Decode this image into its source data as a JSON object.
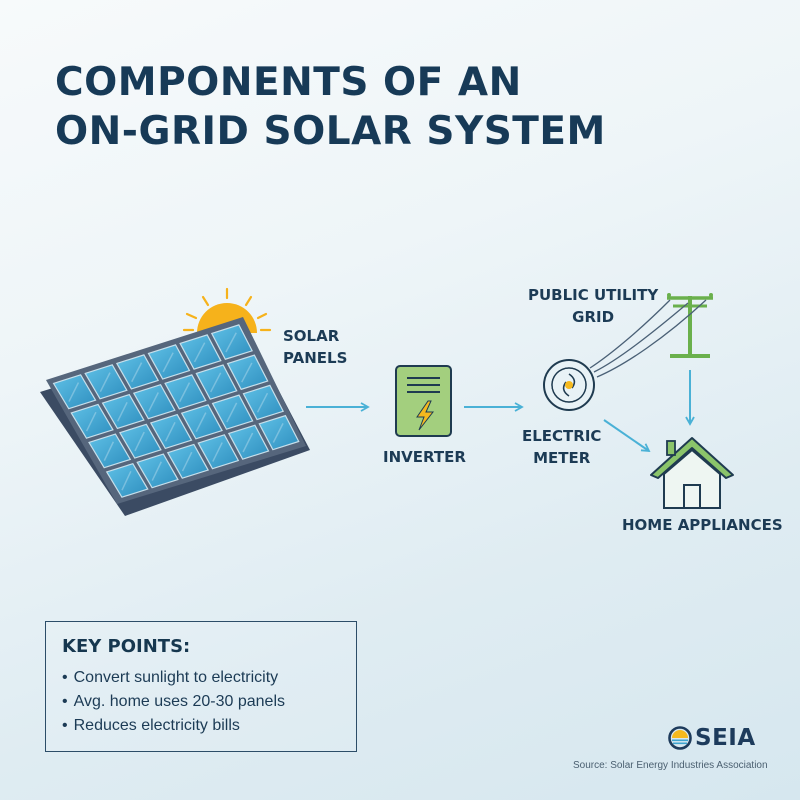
{
  "title": {
    "line1": "COMPONENTS OF AN",
    "line2": "ON-GRID SOLAR SYSTEM"
  },
  "components": {
    "solar_panels": {
      "line1": "SOLAR",
      "line2": "PANELS"
    },
    "inverter": "INVERTER",
    "utility_grid": {
      "line1": "PUBLIC UTILITY",
      "line2": "GRID"
    },
    "electric_meter": {
      "line1": "ELECTRIC",
      "line2": "METER"
    },
    "home": "HOME APPLIANCES"
  },
  "key_points": {
    "heading": "KEY POINTS:",
    "items": [
      "Convert sunlight to electricity",
      "Avg. home uses 20-30 panels",
      "Reduces electricity bills"
    ]
  },
  "brand": "SEIA",
  "source": "Source: Solar Energy Industries Association",
  "icons": [
    "sun-icon",
    "solar-panel-icon",
    "inverter-icon",
    "lightning-bolt-icon",
    "electric-meter-icon",
    "utility-pole-icon",
    "house-icon",
    "seia-logo-icon"
  ],
  "colors": {
    "title": "#173a57",
    "panel": "#3fa4cf",
    "inverter": "#9fcc78",
    "house": "#8bc46a",
    "arrow": "#4ab1d6",
    "sun": "#f6b21b"
  }
}
